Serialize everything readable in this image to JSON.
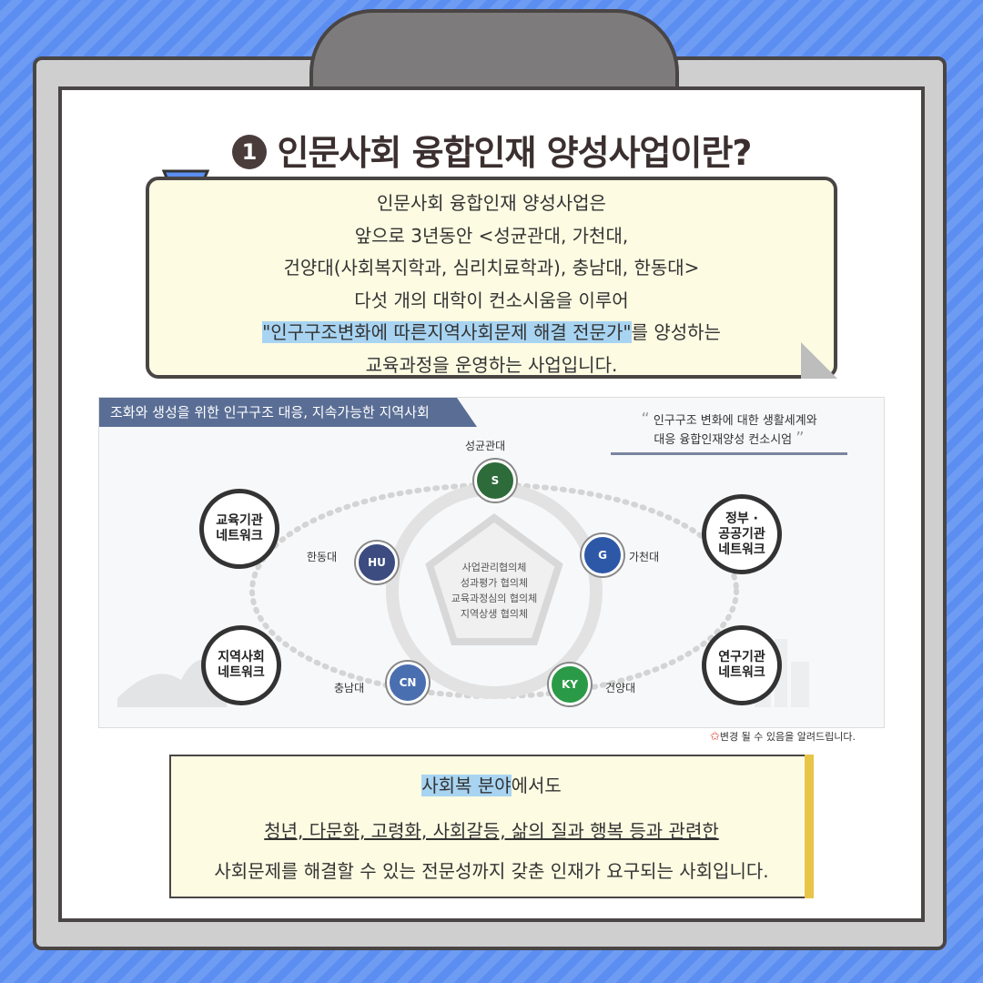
{
  "title": {
    "number": "1",
    "text": "인문사회 융합인재 양성사업이란?"
  },
  "note": {
    "lines": [
      "인문사회 융합인재 양성사업은",
      "앞으로 3년동안 <성균관대, 가천대,",
      "건양대(사회복지학과, 심리치료학과), 충남대, 한동대>",
      "다섯 개의 대학이 컨소시움을 이루어"
    ],
    "highlight": "\"인구구조변화에 따른지역사회문제 해결 전문가\"",
    "after_highlight": "를 양성하는",
    "last": "교육과정을 운영하는 사업입니다."
  },
  "diagram": {
    "header": "조화와 생성을 위한 인구구조 대응, 지속가능한 지역사회",
    "quote_line1": "인구구조 변화에 대한 생활세계와",
    "quote_line2": "대응 융합인재양성 컨소시엄",
    "networks": {
      "edu": "교육기관\n네트워크",
      "gov": "정부 ·\n공공기관\n네트워크",
      "local": "지역사회\n네트워크",
      "research": "연구기관\n네트워크"
    },
    "universities": {
      "skku": "성균관대",
      "gachon": "가천대",
      "handong": "한동대",
      "chungnam": "충남대",
      "konyang": "건양대"
    },
    "center": [
      "사업관리협의체",
      "성과평가 협의체",
      "교육과정심의 협의체",
      "지역상생 협의체"
    ]
  },
  "caution": "변경 될 수 있음을 알려드립니다.",
  "bottom": {
    "line1_highlight": "사회복 분야",
    "line1_rest": "에서도",
    "line2": "청년, 다문화, 고령화, 사회갈등, 삶의 질과 행복 등과 관련한",
    "line3": "사회문제를 해결할 수 있는 전문성까지 갖춘 인재가 요구되는 사회입니다."
  },
  "colors": {
    "background": "#5b8ef0",
    "board": "#cfcfcf",
    "note_bg": "#fdfbe2",
    "highlight": "#a8d4f2",
    "accent_bar": "#e8c547"
  }
}
